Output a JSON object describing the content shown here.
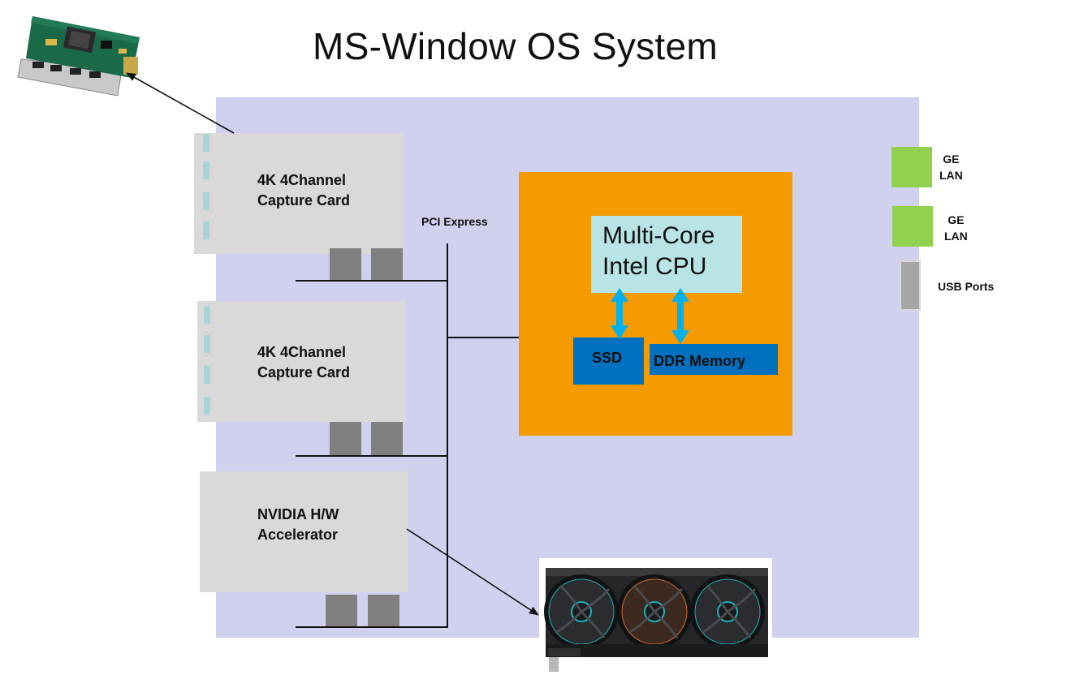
{
  "title": "MS-Window OS System",
  "pci_label": "PCI Express",
  "cards": [
    {
      "label": "4K 4Channel\nCapture Card"
    },
    {
      "label": "4K 4Channel\nCapture Card"
    },
    {
      "label": "NVIDIA H/W\nAccelerator"
    }
  ],
  "cpu": {
    "label": "Multi-Core\nIntel CPU",
    "ssd_label": "SSD",
    "ddr_label": "DDR Memory"
  },
  "ports": [
    {
      "label": "GE\nLAN"
    },
    {
      "label": "GE\nLAN"
    },
    {
      "label": "USB Ports"
    }
  ],
  "colors": {
    "board": "#d0d0ef",
    "cpu_box": "#f59b00",
    "cpu_core": "#b8e4e6",
    "memory": "#0070c0",
    "arrow": "#00b0f0",
    "lan": "#92d050",
    "card": "#d9d9d9",
    "pin": "#808080"
  },
  "images": {
    "capture_card_photo": "capture-card-photo",
    "gpu_photo": "gpu-graphics-card-photo"
  }
}
